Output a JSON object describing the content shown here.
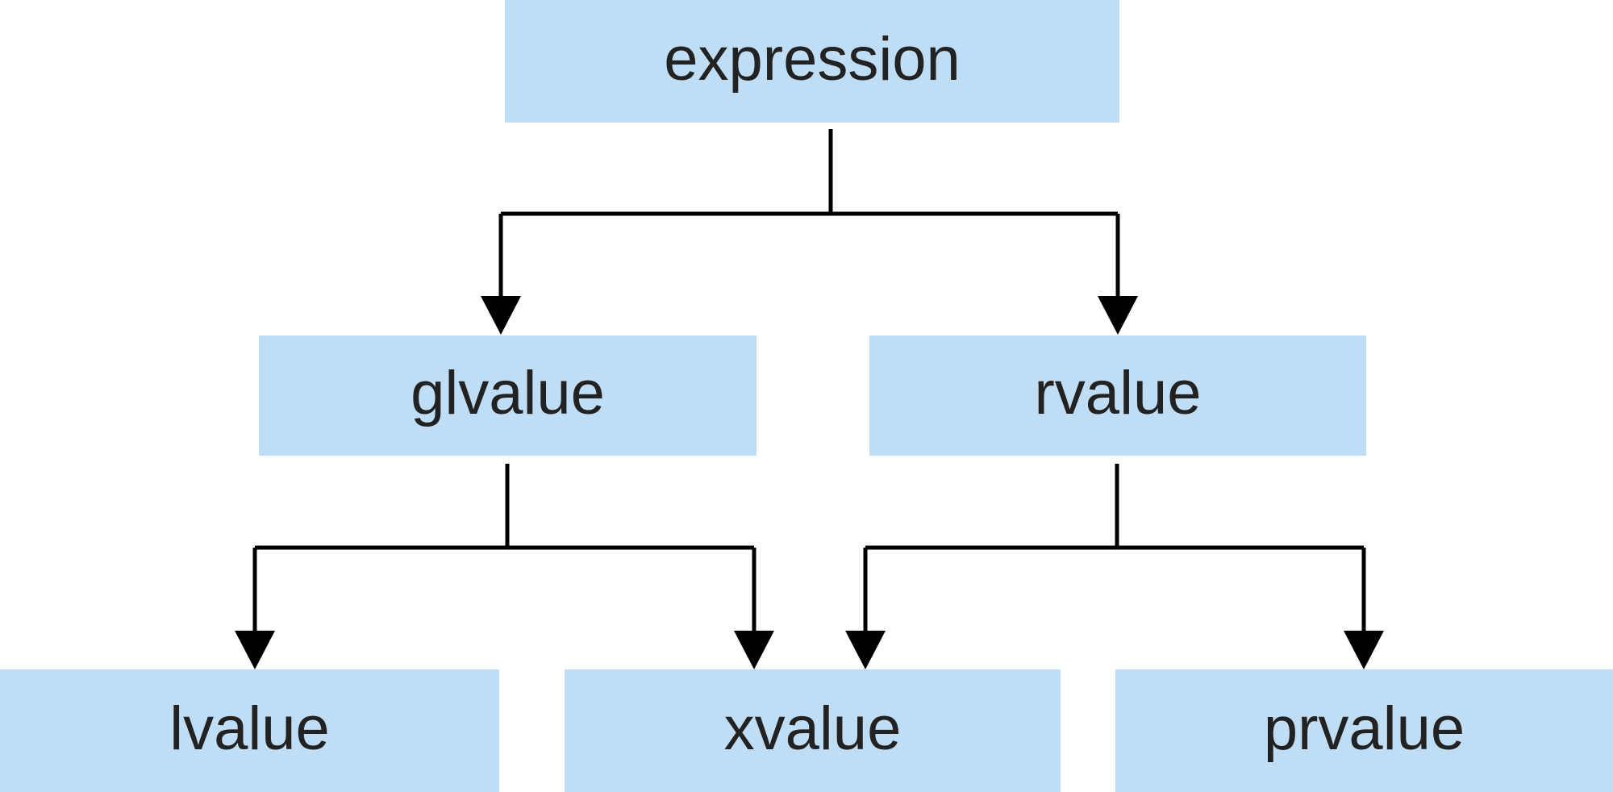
{
  "diagram": {
    "nodes": {
      "expression": "expression",
      "glvalue": "glvalue",
      "rvalue": "rvalue",
      "lvalue": "lvalue",
      "xvalue": "xvalue",
      "prvalue": "prvalue"
    },
    "edges": [
      [
        "expression",
        "glvalue"
      ],
      [
        "expression",
        "rvalue"
      ],
      [
        "glvalue",
        "lvalue"
      ],
      [
        "glvalue",
        "xvalue"
      ],
      [
        "rvalue",
        "xvalue"
      ],
      [
        "rvalue",
        "prvalue"
      ]
    ],
    "colors": {
      "node_fill": "#bfddf4",
      "line": "#000000",
      "text": "#222222"
    }
  }
}
